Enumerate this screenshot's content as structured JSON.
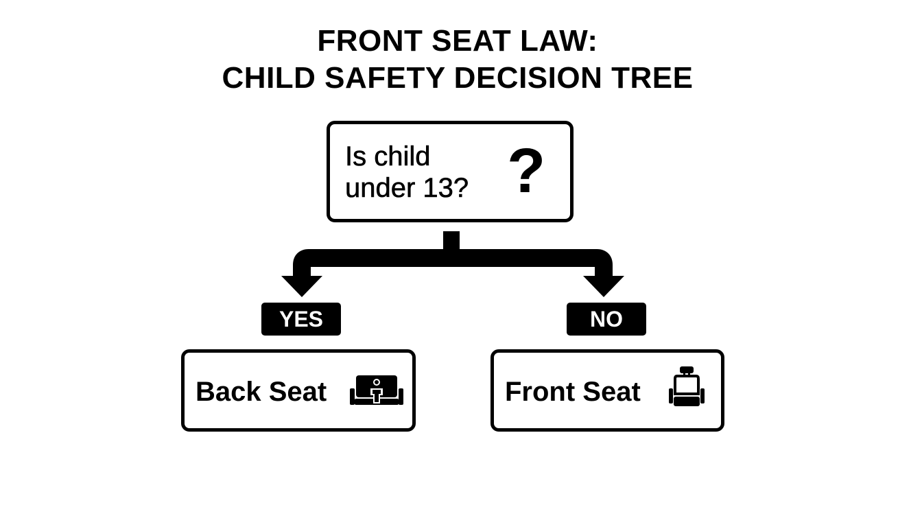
{
  "title": {
    "line1": "FRONT SEAT LAW:",
    "line2": "CHILD SAFETY DECISION TREE"
  },
  "question": {
    "line1": "Is child",
    "line2": "under 13?",
    "mark": "?",
    "icon": "question-mark-icon"
  },
  "branches": {
    "yes": {
      "label": "YES",
      "result": "Back Seat",
      "icon": "child-in-back-seat-icon"
    },
    "no": {
      "label": "NO",
      "result": "Front Seat",
      "icon": "front-car-seat-icon"
    }
  },
  "colors": {
    "ink": "#000000",
    "background": "#ffffff"
  }
}
